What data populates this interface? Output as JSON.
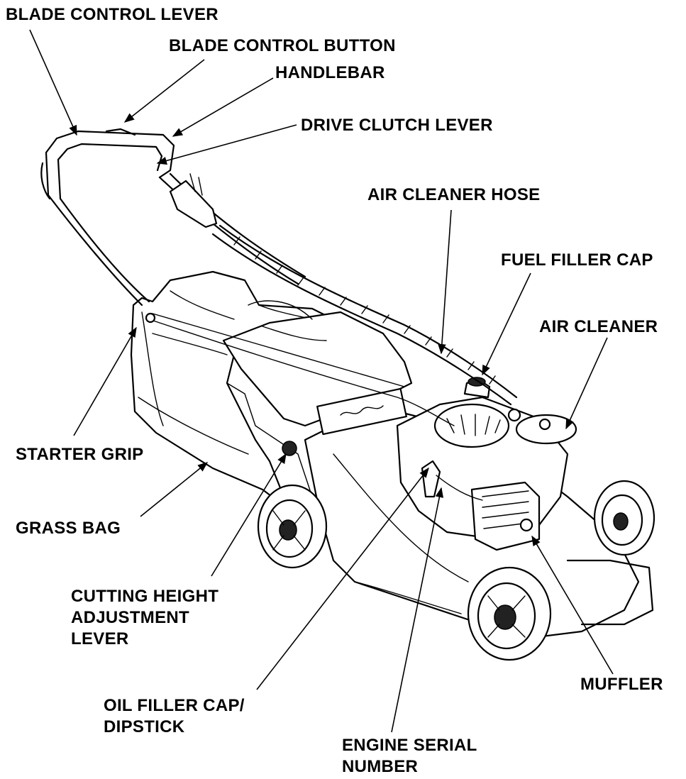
{
  "labels": {
    "blade_control_lever": "BLADE CONTROL LEVER",
    "blade_control_button": "BLADE CONTROL BUTTON",
    "handlebar": "HANDLEBAR",
    "drive_clutch_lever": "DRIVE CLUTCH LEVER",
    "air_cleaner_hose": "AIR CLEANER HOSE",
    "fuel_filler_cap": "FUEL FILLER CAP",
    "air_cleaner": "AIR CLEANER",
    "starter_grip": "STARTER GRIP",
    "grass_bag": "GRASS BAG",
    "cutting_height": [
      "CUTTING HEIGHT",
      "ADJUSTMENT",
      "LEVER"
    ],
    "muffler": "MUFFLER",
    "oil_filler_cap": [
      "OIL FILLER CAP/",
      "DIPSTICK"
    ],
    "engine_serial_number": [
      "ENGINE SERIAL",
      "NUMBER"
    ]
  }
}
